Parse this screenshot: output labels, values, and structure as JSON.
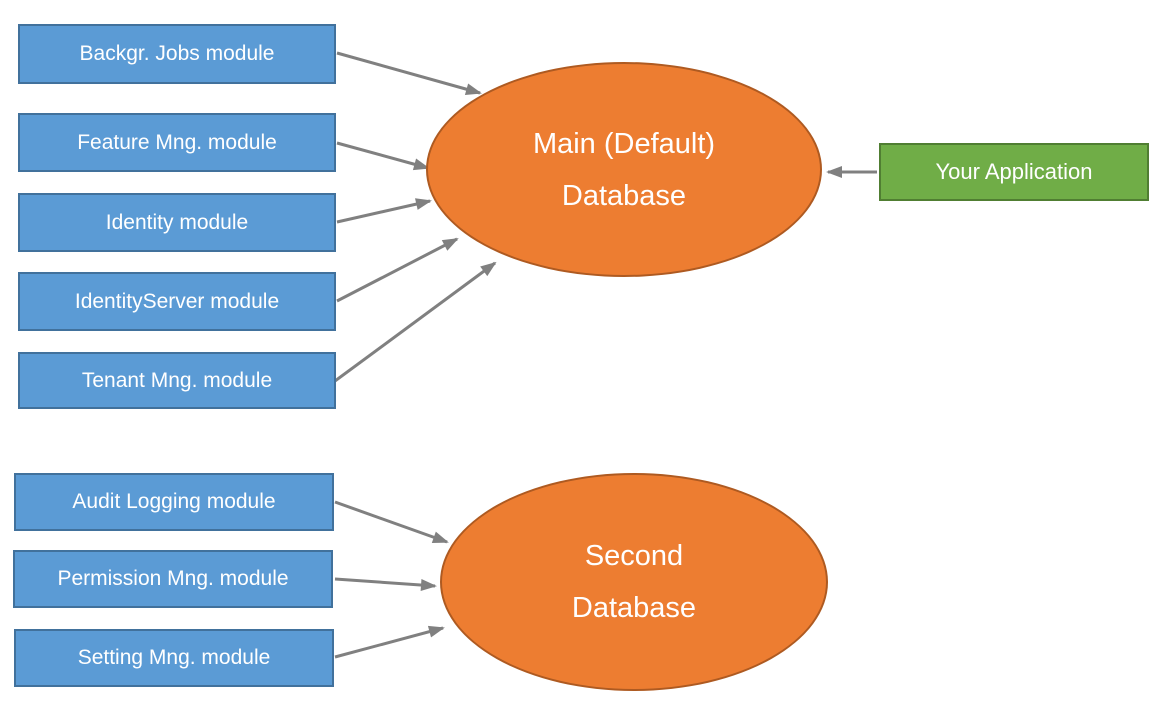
{
  "colors": {
    "background": "#FFFFFF",
    "module_fill": "#5B9BD5",
    "module_border": "#41719C",
    "database_fill": "#ED7D31",
    "database_border": "#AE5A21",
    "app_fill": "#70AD47",
    "app_border": "#507E32",
    "arrow": "#808080",
    "label_text": "#FFFFFF"
  },
  "main_group": {
    "modules": [
      {
        "label": "Backgr. Jobs module"
      },
      {
        "label": "Feature Mng. module"
      },
      {
        "label": "Identity module"
      },
      {
        "label": "IdentityServer module"
      },
      {
        "label": "Tenant Mng. module"
      }
    ],
    "database": {
      "line1": "Main (Default)",
      "line2": "Database"
    }
  },
  "second_group": {
    "modules": [
      {
        "label": "Audit Logging module"
      },
      {
        "label": "Permission Mng. module"
      },
      {
        "label": "Setting Mng. module"
      }
    ],
    "database": {
      "line1": "Second",
      "line2": "Database"
    }
  },
  "application": {
    "label": "Your Application"
  },
  "edges": [
    {
      "from": "backgr-jobs-module",
      "to": "main-database"
    },
    {
      "from": "feature-mng-module",
      "to": "main-database"
    },
    {
      "from": "identity-module",
      "to": "main-database"
    },
    {
      "from": "identityserver-module",
      "to": "main-database"
    },
    {
      "from": "tenant-mng-module",
      "to": "main-database"
    },
    {
      "from": "your-application",
      "to": "main-database"
    },
    {
      "from": "audit-logging-module",
      "to": "second-database"
    },
    {
      "from": "permission-mng-module",
      "to": "second-database"
    },
    {
      "from": "setting-mng-module",
      "to": "second-database"
    }
  ]
}
